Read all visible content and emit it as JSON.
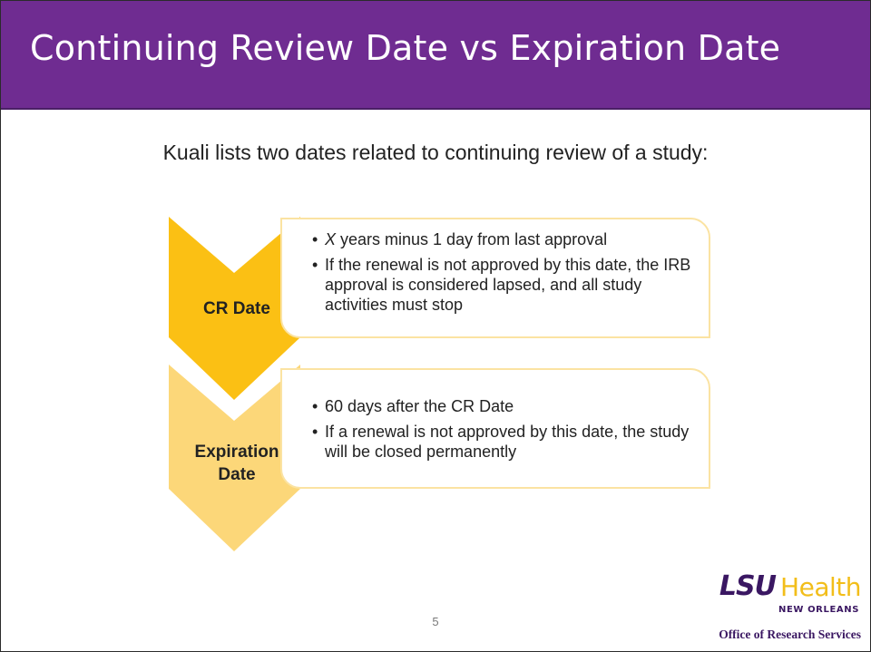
{
  "slide": {
    "title": "Continuing Review Date vs Expiration Date",
    "subtitle": "Kuali lists two dates related to continuing review of a study:",
    "page_number": "5"
  },
  "steps": [
    {
      "label": "CR Date",
      "color": "#fbc014",
      "bullets": [
        {
          "italic_prefix": "X",
          "text": " years minus 1 day from last approval"
        },
        {
          "text": "If the renewal is not approved by this date, the IRB approval is considered lapsed, and all study activities must stop"
        }
      ]
    },
    {
      "label_line1": "Expiration",
      "label_line2": "Date",
      "color": "#fcd779",
      "bullets": [
        {
          "text": "60 days after the CR Date"
        },
        {
          "text": "If a renewal is not approved by this date, the study will be closed permanently"
        }
      ]
    }
  ],
  "logo": {
    "lsu": "LSU",
    "health": "Health",
    "location": "NEW ORLEANS",
    "office": "Office of Research Services"
  },
  "colors": {
    "title_bar": "#6f2c91",
    "chevron_primary": "#fbc014",
    "chevron_secondary": "#fcd779",
    "box_border": "#fbe3a2",
    "logo_purple": "#3a1762",
    "logo_gold": "#f2be1a"
  }
}
